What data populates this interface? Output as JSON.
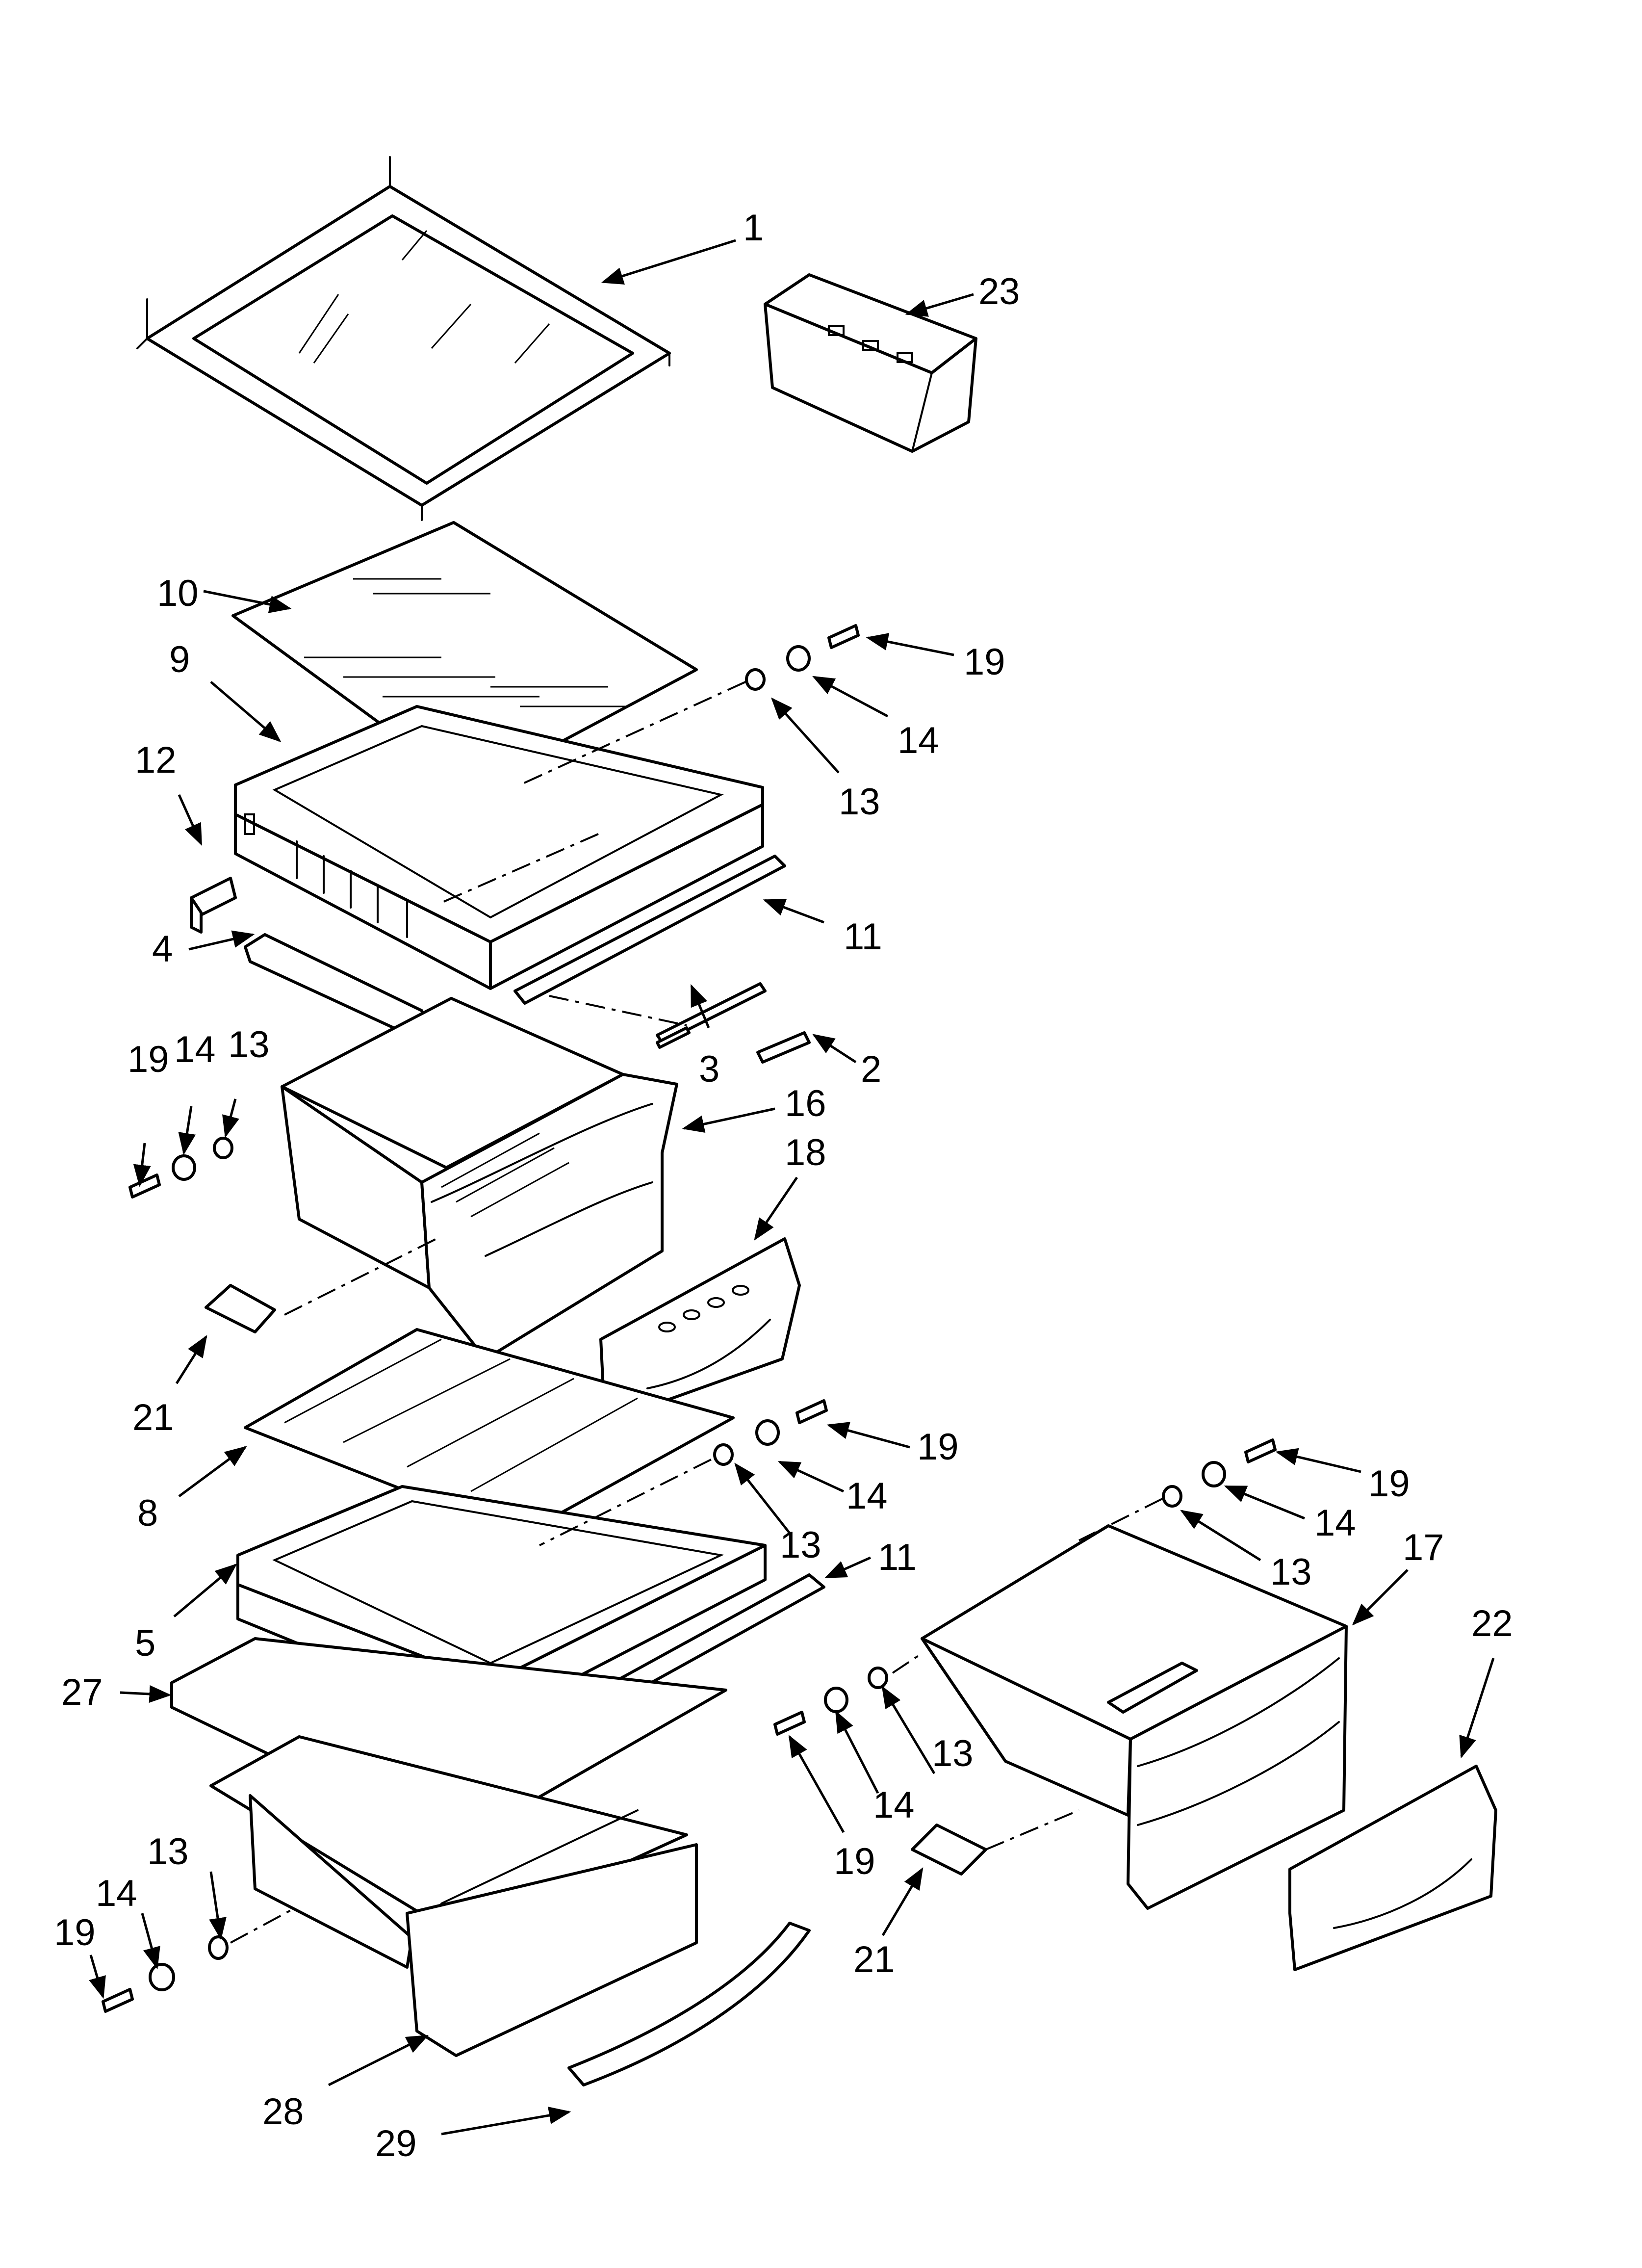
{
  "callouts": {
    "c1": "1",
    "c23": "23",
    "c10": "10",
    "c9": "9",
    "c19a": "19",
    "c14a": "14",
    "c13a": "13",
    "c12": "12",
    "c4": "4",
    "c11a": "11",
    "c3": "3",
    "c2": "2",
    "c19b": "19",
    "c14b": "14",
    "c13b": "13",
    "c16": "16",
    "c18": "18",
    "c21a": "21",
    "c8": "8",
    "c19c": "19",
    "c14c": "14",
    "c13c": "13",
    "c19d": "19",
    "c14d": "14",
    "c13d": "13",
    "c17": "17",
    "c22": "22",
    "c11b": "11",
    "c5": "5",
    "c27": "27",
    "c13e": "13",
    "c14e": "14",
    "c19e": "19",
    "c21b": "21",
    "c13f": "13",
    "c14f": "14",
    "c19f": "19",
    "c28": "28",
    "c29": "29"
  },
  "colors": {
    "line": "#000000",
    "background": "#ffffff"
  }
}
